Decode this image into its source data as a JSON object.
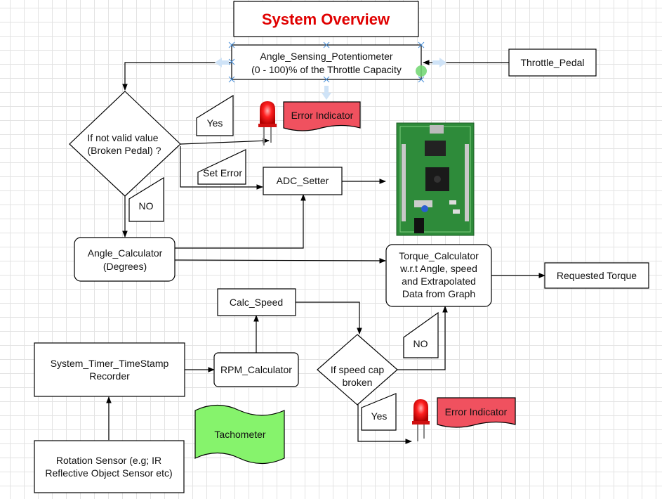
{
  "title": "System Overview",
  "nodes": {
    "potentiometer": {
      "line1": "Angle_Sensing_Potentiometer",
      "line2": "(0 - 100)% of the Throttle Capacity"
    },
    "throttle": "Throttle_Pedal",
    "valid_check": {
      "line1": "If not valid value",
      "line2": "(Broken Pedal) ?"
    },
    "yes1": "Yes",
    "error1": "Error Indicator",
    "set_error": "Set Error",
    "adc": "ADC_Setter",
    "no1": "NO",
    "angle_calc": {
      "line1": "Angle_Calculator",
      "line2": "(Degrees)"
    },
    "torque_calc": {
      "line1": "Torque_Calculator",
      "line2": "w.r.t Angle, speed",
      "line3": "and Extrapolated",
      "line4": "Data from Graph"
    },
    "requested_torque": "Requested Torque",
    "calc_speed": "Calc_Speed",
    "no2": "NO",
    "timer": {
      "line1": "System_Timer_TimeStamp",
      "line2": "Recorder"
    },
    "rpm": "RPM_Calculator",
    "speed_check": {
      "line1": "If speed cap",
      "line2": "broken"
    },
    "tachometer": "Tachometer",
    "yes2": "Yes",
    "error2": "Error Indicator",
    "rotation": {
      "line1": "Rotation Sensor (e.g; IR",
      "line2": "Reflective Object Sensor etc)"
    }
  },
  "colors": {
    "title": "#e00000",
    "error_fill": "#f0515f",
    "tachometer_fill": "#86f36c",
    "board_green": "#2e8b3a",
    "led_red": "#ff1a1a"
  }
}
